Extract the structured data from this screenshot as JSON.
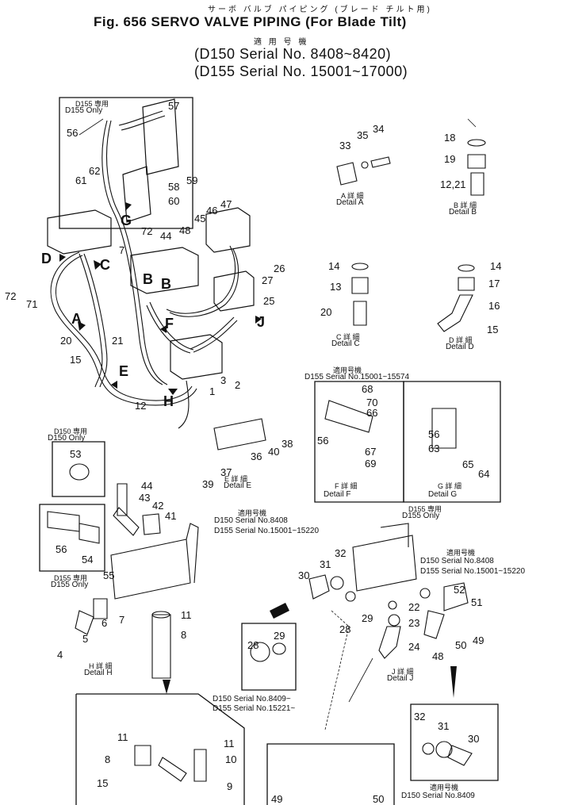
{
  "header": {
    "jp_title": "サーボ バルブ パイピング (ブレード チルト用)",
    "title": "Fig. 656 SERVO VALVE PIPING (For Blade Tilt)",
    "jp_applicable": "適 用 号 機",
    "serial_1": "(D150 Serial No. 8408~8420)",
    "serial_2": "(D155 Serial No. 15001~17000)"
  },
  "main": {
    "d155_only_jp": "D155 専用",
    "d155_only": "D155 Only",
    "callouts": [
      "57",
      "56",
      "61",
      "62",
      "59",
      "58",
      "60",
      "G",
      "72",
      "46",
      "47",
      "45",
      "44",
      "48",
      "7",
      "D",
      "C",
      "B",
      "B",
      "26",
      "27",
      "25",
      "72",
      "71",
      "A",
      "F",
      "J",
      "20",
      "21",
      "E",
      "H",
      "3",
      "2",
      "1",
      "12",
      "15"
    ]
  },
  "details": {
    "a": {
      "parts": [
        "35",
        "34",
        "33"
      ],
      "label_jp": "A 詳 細",
      "label": "Detail A"
    },
    "b": {
      "parts": [
        "18",
        "19",
        "12,21"
      ],
      "label_jp": "B 詳 細",
      "label": "Detail B"
    },
    "c": {
      "parts": [
        "14",
        "13",
        "20"
      ],
      "label_jp": "C 詳 細",
      "label": "Detail C"
    },
    "d": {
      "parts": [
        "14",
        "17",
        "16",
        "15"
      ],
      "label_jp": "D 詳 細",
      "label": "Detail D"
    },
    "e": {
      "parts": [
        "36",
        "38",
        "40",
        "39",
        "37"
      ],
      "label_jp": "E 詳 細",
      "label": "Detail E"
    },
    "f": {
      "applic_jp": "適用号機",
      "serial": "D155 Serial No.15001~15574",
      "parts": [
        "68",
        "70",
        "66",
        "56",
        "67",
        "69"
      ],
      "label_jp": "F 詳 細",
      "label": "Detail F"
    },
    "g": {
      "parts": [
        "56",
        "63",
        "65",
        "64"
      ],
      "label_jp": "G 詳 細",
      "label": "Detail G",
      "d155_jp": "D155 専用",
      "d155": "D155 Only"
    },
    "h": {
      "parts": [
        "11",
        "8",
        "4",
        "5",
        "6",
        "7"
      ],
      "label_jp": "H 詳 細",
      "label": "Detail H"
    },
    "j": {
      "parts": [
        "30",
        "31",
        "32",
        "52",
        "51",
        "22",
        "23",
        "24",
        "29",
        "28",
        "49",
        "50",
        "48"
      ],
      "label_jp": "J 詳 細",
      "label": "Detail J"
    }
  },
  "d150_block": {
    "jp": "D150 専用",
    "label": "D150 Only",
    "parts": [
      "53",
      "44",
      "43",
      "42",
      "41",
      "56",
      "54",
      "55"
    ],
    "d155_jp": "D155 専用",
    "d155": "D155 Only",
    "applic_jp": "適用号機",
    "serial_1": "D150 Serial No.8408",
    "serial_2": "D155 Serial No.15001~15220"
  },
  "j_block": {
    "applic_jp": "適用号機",
    "serial_1": "D150 Serial No.8408",
    "serial_2": "D155 Serial No.15001~15220"
  },
  "cap_block": {
    "parts": [
      "28",
      "29"
    ],
    "serial_1": "D150 Serial No.8409~",
    "serial_2": "D155 Serial No.15221~"
  },
  "bottom_left": {
    "parts": [
      "11",
      "11",
      "8",
      "10",
      "15",
      "9"
    ]
  },
  "bottom_right": {
    "parts": [
      "32",
      "31",
      "30"
    ],
    "applic_jp": "適用号機",
    "serial": "D150 Serial No.8409"
  },
  "bottom_mid": {
    "parts": [
      "49",
      "50"
    ]
  }
}
